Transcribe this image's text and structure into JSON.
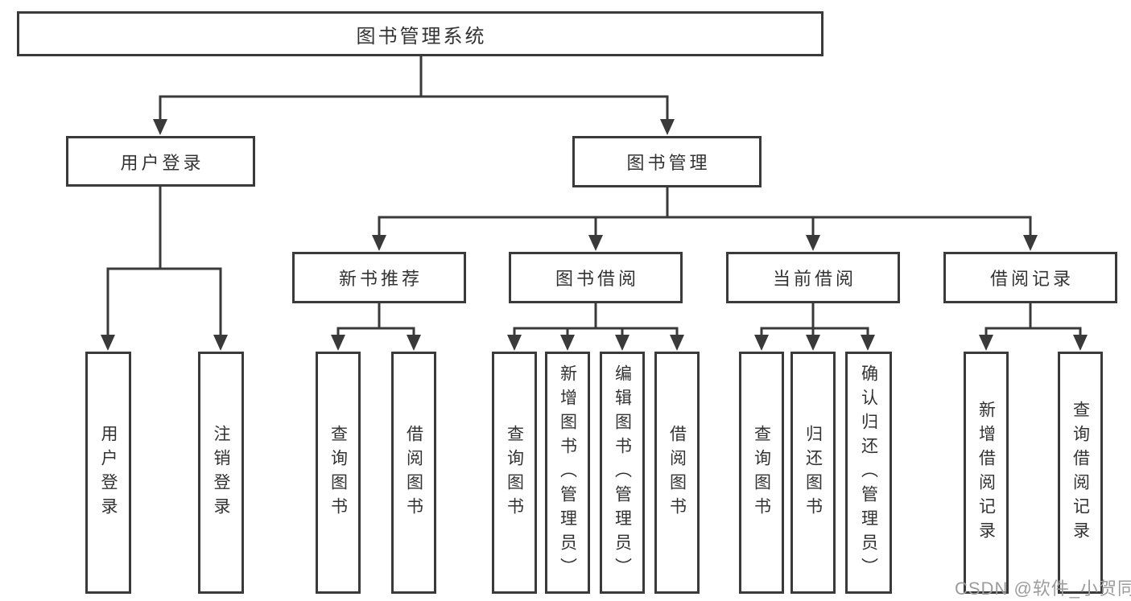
{
  "colors": {
    "line": "#3a3a3a",
    "text": "#333333",
    "watermark": "#9c9c9c",
    "background": "#ffffff"
  },
  "diagram": {
    "root": "图书管理系统",
    "level2": [
      {
        "label": "用户登录",
        "children": [
          "用户登录",
          "注销登录"
        ]
      },
      {
        "label": "图书管理"
      }
    ],
    "level3": [
      {
        "label": "新书推荐",
        "children": [
          "查询图书",
          "借阅图书"
        ]
      },
      {
        "label": "图书借阅",
        "children": [
          "查询图书",
          "新增图书（管理员）",
          "编辑图书（管理员）",
          "借阅图书"
        ]
      },
      {
        "label": "当前借阅",
        "children": [
          "查询图书",
          "归还图书",
          "确认归还（管理员）"
        ]
      },
      {
        "label": "借阅记录",
        "children": [
          "新增借阅记录",
          "查询借阅记录"
        ]
      }
    ],
    "watermark": "CSDN @软件_小贺同学"
  }
}
